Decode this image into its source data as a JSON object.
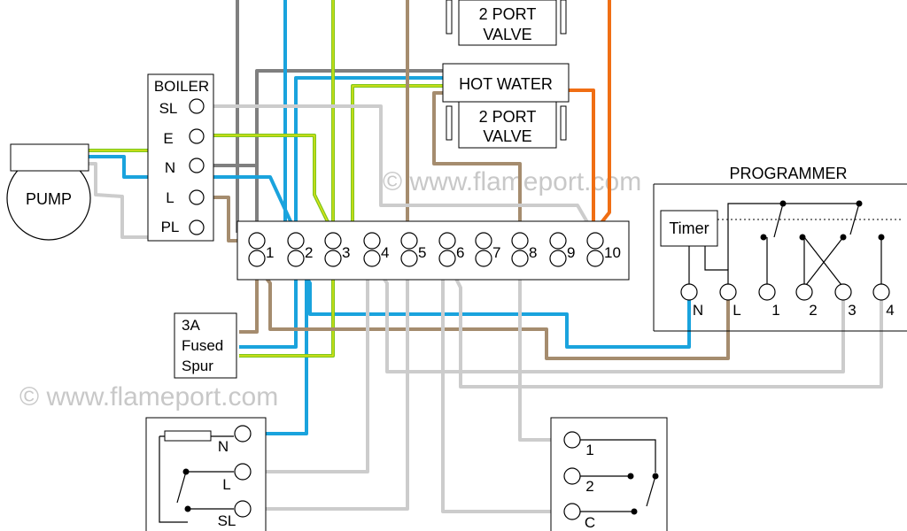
{
  "colors": {
    "grey": "#7f7f7f",
    "lightgrey": "#cccccc",
    "blue": "#1aa3dd",
    "brown": "#a58c6e",
    "green": "#7ec81e",
    "yellow": "#f0e614",
    "orange": "#f06e14"
  },
  "watermarks": [
    "© www.flameport.com",
    "© www.flameport.com"
  ],
  "valves": {
    "top_label_1": "2 PORT",
    "top_label_2": "VALVE",
    "hot_water_label": "HOT WATER",
    "lower_label_1": "2 PORT",
    "lower_label_2": "VALVE"
  },
  "boiler": {
    "title": "BOILER",
    "terminals": [
      "SL",
      "E",
      "N",
      "L",
      "PL"
    ]
  },
  "pump": {
    "label": "PUMP"
  },
  "terminal_strip": {
    "labels": [
      "1",
      "2",
      "3",
      "4",
      "5",
      "6",
      "7",
      "8",
      "9",
      "10"
    ]
  },
  "fused_spur": {
    "lines": [
      "3A",
      "Fused",
      "Spur"
    ]
  },
  "programmer": {
    "title": "PROGRAMMER",
    "timer_label": "Timer",
    "terminals": [
      "N",
      "L",
      "1",
      "2",
      "3",
      "4"
    ]
  },
  "room_stat": {
    "terminals": [
      "N",
      "L",
      "SL"
    ]
  },
  "cylinder_stat": {
    "terminals": [
      "1",
      "2",
      "C"
    ]
  }
}
